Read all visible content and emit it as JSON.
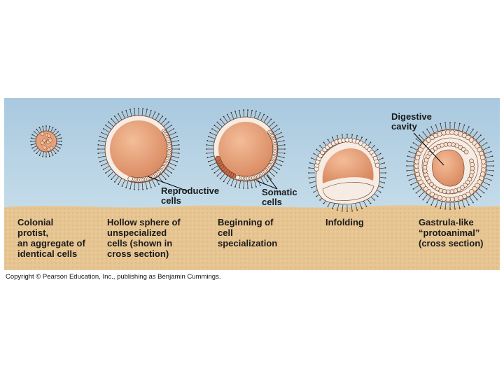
{
  "stages": [
    {
      "id": "colonial",
      "label": "Colonial\nprotist,\nan aggregate of\nidentical cells"
    },
    {
      "id": "hollow",
      "label": "Hollow sphere of\nunspecialized\ncells (shown in\ncross section)"
    },
    {
      "id": "specialization",
      "label": "Beginning of\ncell\nspecialization"
    },
    {
      "id": "infolding",
      "label": "Infolding"
    },
    {
      "id": "gastrula",
      "label": "Gastrula-like\n“protoanimal”\n(cross section)"
    }
  ],
  "callouts": {
    "reproductive": "Reproductive\ncells",
    "somatic": "Somatic\ncells",
    "digestive": "Digestive\ncavity"
  },
  "copyright": "Copyright © Pearson Education, Inc., publishing as Benjamin Cummings.",
  "colors": {
    "sky_top": "#a9c9df",
    "sky_bottom": "#cfe3ee",
    "sand": "#e6c592",
    "cell_body": "#e7a07a",
    "cell_wall": "#f6ece3",
    "outline": "#6b3a22"
  }
}
